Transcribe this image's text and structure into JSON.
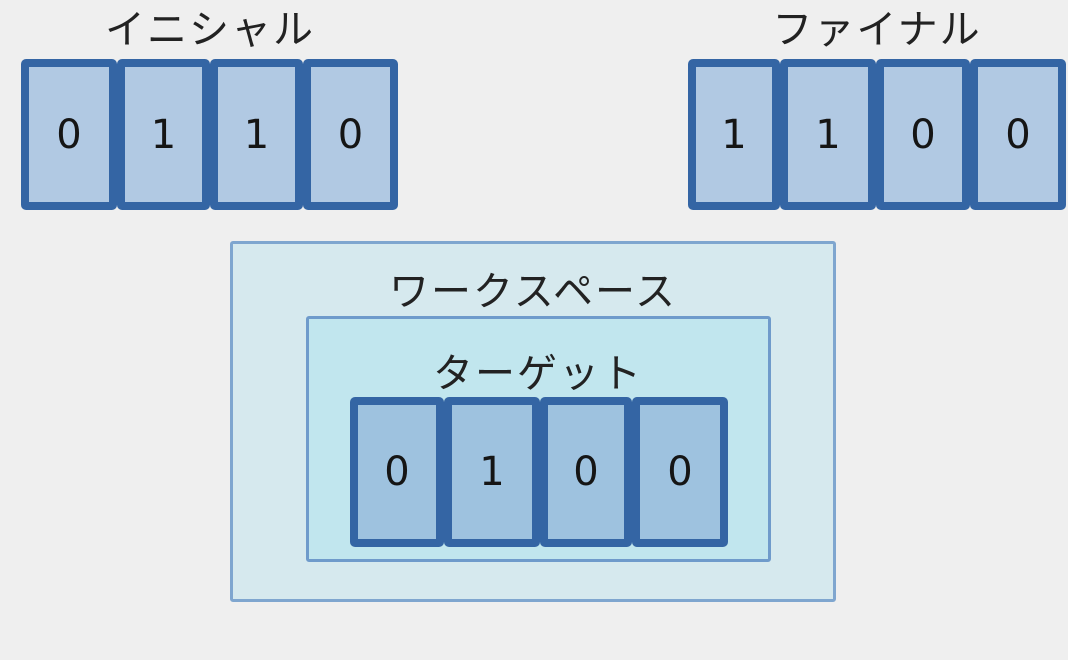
{
  "diagram": {
    "initial": {
      "label": "イニシャル",
      "bits": [
        "0",
        "1",
        "1",
        "0"
      ]
    },
    "final": {
      "label": "ファイナル",
      "bits": [
        "1",
        "1",
        "0",
        "0"
      ]
    },
    "workspace": {
      "label": "ワークスペース",
      "target": {
        "label": "ターゲット",
        "bits": [
          "0",
          "1",
          "0",
          "0"
        ]
      }
    }
  },
  "colors": {
    "background": "#efefef",
    "cell_border": "#3465a4",
    "cell_fill": "#b1c9e3",
    "target_cell_fill": "#9ec2df",
    "workspace_fill": "#d6e9ee",
    "target_fill": "#c1e6ee"
  }
}
